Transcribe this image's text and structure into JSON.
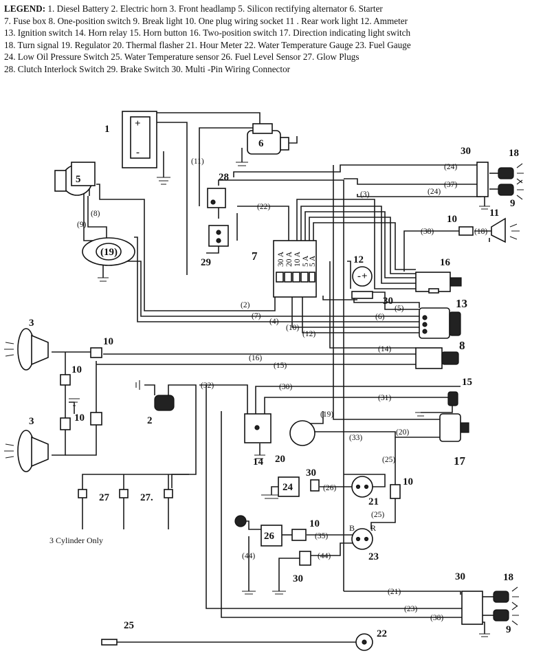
{
  "legend": {
    "title": "LEGEND:",
    "lines": [
      "1. Diesel Battery  2. Electric horn  3. Front headlamp  5. Silicon rectifying alternator  6. Starter",
      "7. Fuse box  8. One-position switch  9. Break light  10. One plug wiring socket  11 . Rear work light  12. Ammeter",
      "13. Ignition switch  14. Horn relay  15. Horn button  16. Two-position switch  17. Direction indicating light switch",
      "18. Turn signal  19. Regulator  20. Thermal flasher  21. Hour Meter  22. Water Temperature Gauge  23. Fuel Gauge",
      "24. Low Oil Pressure Switch  25. Water Temperature sensor  26. Fuel Level Sensor  27. Glow Plugs",
      "28. Clutch Interlock Switch  29. Brake Switch  30. Multi -Pin Wiring Connector"
    ]
  },
  "components": {
    "c1": "1",
    "c2": "2",
    "c3a": "3",
    "c3b": "3",
    "c5": "5",
    "c6": "6",
    "c7": "7",
    "c8": "8",
    "c9a": "9",
    "c9b": "9",
    "c10a": "10",
    "c10b": "10",
    "c10c": "10",
    "c10d": "10",
    "c10e": "10",
    "c10f": "10",
    "c11": "11",
    "c12": "12",
    "c13": "13",
    "c14": "14",
    "c15": "15",
    "c16": "16",
    "c17": "17",
    "c18a": "18",
    "c18b": "18",
    "c19": "(19)",
    "c20": "20",
    "c21": "21",
    "c22": "22",
    "c23": "23",
    "c24": "24",
    "c25a": "25",
    "c26": "26",
    "c27a": "27",
    "c27b": "27.",
    "c28": "28",
    "c29": "29",
    "c30a": "30",
    "c30b": "30",
    "c30c": "30",
    "c30d": "30",
    "c30e": "30"
  },
  "wires": {
    "w2": "(2)",
    "w3": "(3)",
    "w4": "(4)",
    "w5": "(5)",
    "w6": "(6)",
    "w7": "(7)",
    "w8": "(8)",
    "w9": "(9)",
    "w10": "(10)",
    "w11": "(11)",
    "w12": "(12)",
    "w14": "(14)",
    "w15": "(15)",
    "w16": "(16)",
    "w18": "(18)",
    "w19": "(19)",
    "w20": "(20)",
    "w21": "(21)",
    "w22": "(22)",
    "w23": "(23)",
    "w24a": "(24)",
    "w24b": "(24)",
    "w25a": "(25)",
    "w25b": "(25)",
    "w26": "(26)",
    "w30": "(30)",
    "w31": "(31)",
    "w32": "(32)",
    "w33": "(33)",
    "w35": "(35)",
    "w37": "(37)",
    "w38a": "(38)",
    "w38b": "(38)",
    "w44a": "(44)",
    "w44b": "(44)"
  },
  "fuse_ratings": [
    "30 A",
    "20 A",
    "10 A",
    "5 A",
    "5 A"
  ],
  "terminals": {
    "plus": "+",
    "minus": "-",
    "b": "B",
    "r": "R"
  },
  "notes": {
    "three_cylinder": "3 Cylinder Only"
  }
}
